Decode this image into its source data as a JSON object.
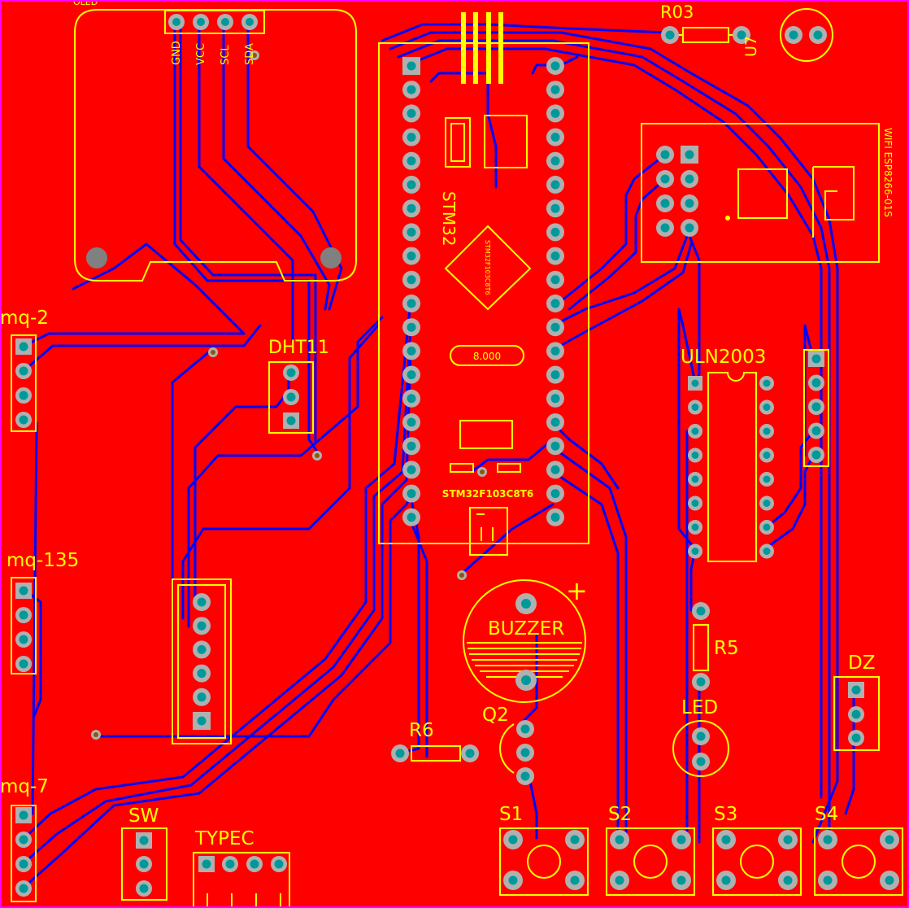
{
  "colors": {
    "copper": "#ff0000",
    "silkscreen": "#ffff00",
    "trace": "#0000ff",
    "pad": "#b0b0b0",
    "hole": "#009999",
    "edge": "#ff00ff"
  },
  "labels": {
    "oled": "OLED",
    "gnd": "GND",
    "vcc": "VCC",
    "scl": "SCL",
    "sda": "SDA",
    "stm32": "STM32",
    "stm32_chip": "STM32F103C8T6",
    "stm32_mark": "STM32F103C8T6",
    "crystal": "8.000",
    "r03": "R03",
    "u7": "U7",
    "wifi": "WIFI ESP8266-01S",
    "uln": "ULN2003",
    "mq2": "mq-2",
    "mq135": "mq-135",
    "mq7": "mq-7",
    "dht11": "DHT11",
    "buzzer": "BUZZER",
    "buzzer_plus": "+",
    "r5": "R5",
    "r6": "R6",
    "q2": "Q2",
    "led": "LED",
    "dz": "DZ",
    "sw": "SW",
    "typec": "TYPEC",
    "s1": "S1",
    "s2": "S2",
    "s3": "S3",
    "s4": "S4"
  }
}
